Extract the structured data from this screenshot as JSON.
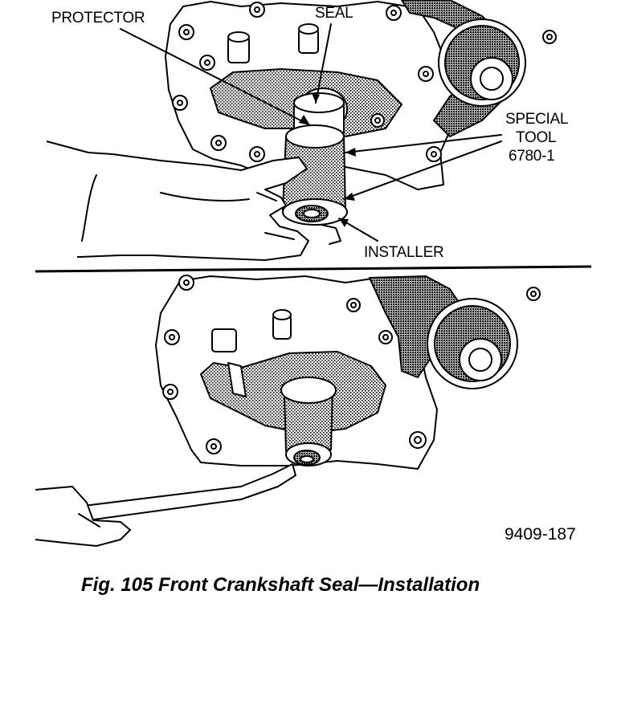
{
  "labels": {
    "protector": "PROTECTOR",
    "seal": "SEAL",
    "special_tool_line1": "SPECIAL",
    "special_tool_line2": "TOOL",
    "special_tool_line3": "6780-1",
    "installer": "INSTALLER"
  },
  "figure_code": "9409-187",
  "caption": "Fig. 105 Front Crankshaft Seal—Installation",
  "colors": {
    "ink": "#000000",
    "background": "#ffffff"
  }
}
